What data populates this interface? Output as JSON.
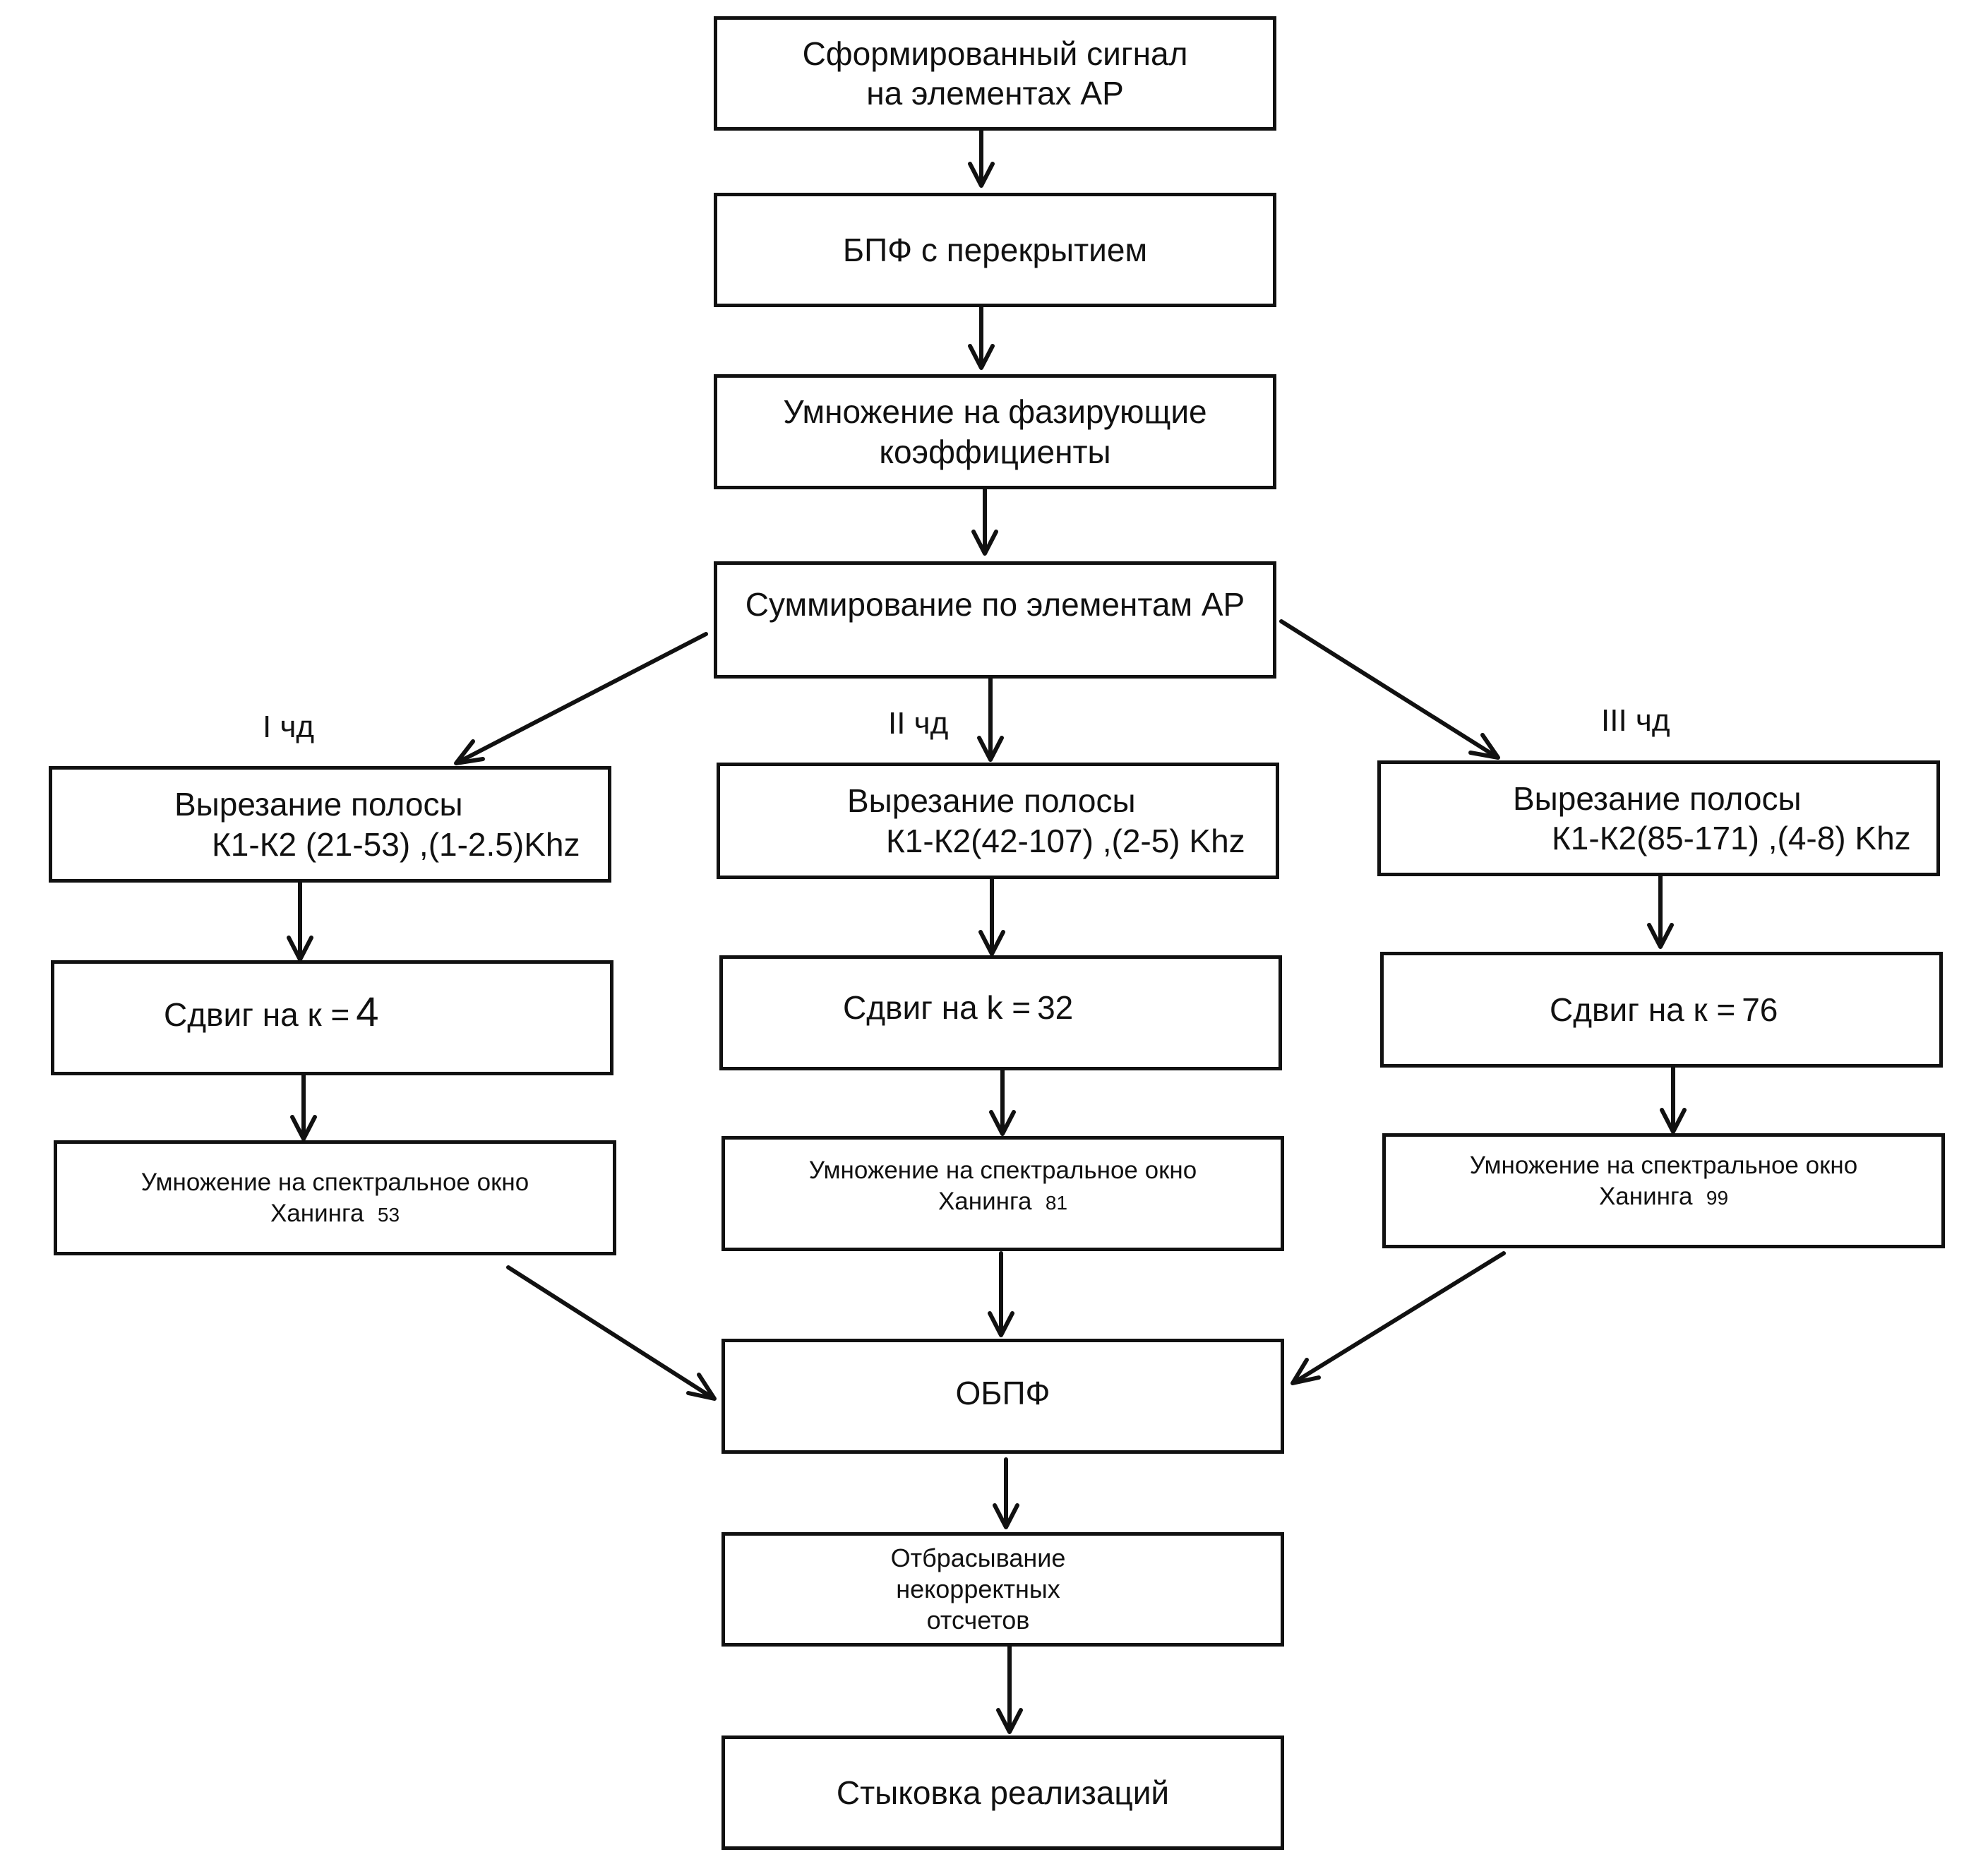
{
  "boxes": {
    "signal": {
      "line1": "Сформированный сигнал",
      "line2": "на элементах АР"
    },
    "fft": {
      "text": "БПФ с перекрытием"
    },
    "phase": {
      "line1": "Умножение на фазирующие",
      "line2": "коэффициенты"
    },
    "sum": {
      "text": "Суммирование по элементам АР"
    },
    "ifft": {
      "text": "ОБПФ"
    },
    "discard": {
      "line1": "Отбрасывание",
      "line2": "некорректных",
      "line3": "отсчетов"
    },
    "join": {
      "text": "Стыковка реализаций"
    }
  },
  "branches": [
    {
      "label": "I чд",
      "cut_title": "Вырезание полосы",
      "cut_range": "К1-К2 (21-53) ,(1-2.5)Khz",
      "shift_prefix": "Сдвиг  на к =",
      "shift_value": "4",
      "window_line1": "Умножение на спектральное окно",
      "window_line2": "Ханинга",
      "window_value": "53"
    },
    {
      "label": "II чд",
      "cut_title": "Вырезание полосы",
      "cut_range": "К1-К2(42-107) ,(2-5) Khz",
      "shift_prefix": "Сдвиг на k =",
      "shift_value": "32",
      "window_line1": "Умножение на спектральное окно",
      "window_line2": "Ханинга",
      "window_value": "81"
    },
    {
      "label": "III чд",
      "cut_title": "Вырезание полосы",
      "cut_range": "К1-К2(85-171) ,(4-8) Khz",
      "shift_prefix": "Сдвиг на к =",
      "shift_value": "76",
      "window_line1": "Умножение на спектральное окно",
      "window_line2": "Ханинга",
      "window_value": "99"
    }
  ]
}
